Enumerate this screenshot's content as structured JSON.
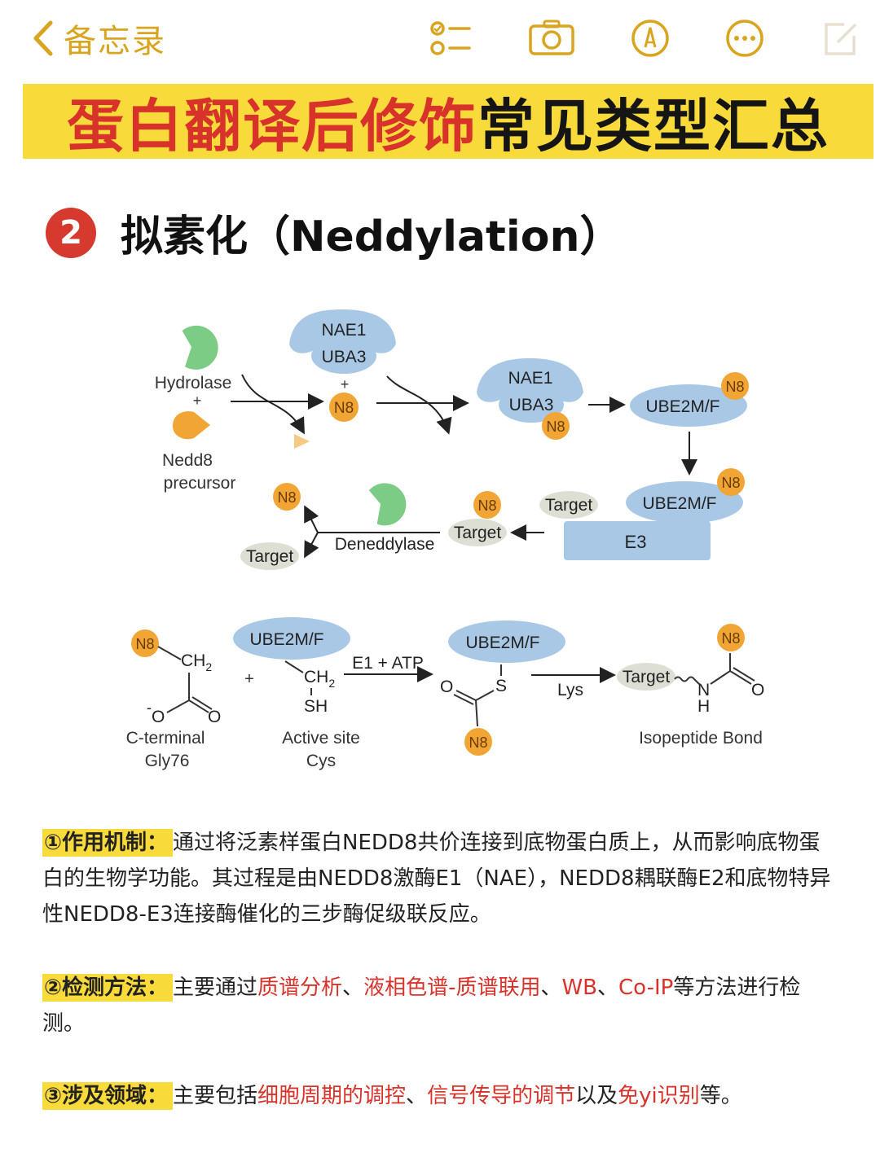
{
  "topbar": {
    "back_label": "备忘录",
    "tools": [
      "checklist-icon",
      "camera-icon",
      "markup-icon",
      "more-icon",
      "compose-icon"
    ],
    "accent": "#d9a520"
  },
  "banner": {
    "title_red": "蛋白翻译后修饰",
    "title_black": "常见类型汇总",
    "bg": "#f8da3b"
  },
  "section": {
    "number": "2",
    "title": "拟素化（Neddylation）"
  },
  "diagram": {
    "nae1": "NAE1",
    "uba3": "UBA3",
    "n8": "N8",
    "plus": "+",
    "hydrolase": "Hydrolase",
    "nedd8_l1": "Nedd8",
    "nedd8_l2": "precursor",
    "ube2m": "UBE2M/F",
    "target": "Target",
    "e3": "E3",
    "deneddylase": "Deneddylase",
    "ch2": "CH",
    "sub2": "2",
    "o_minus": "-",
    "o": "O",
    "sh": "SH",
    "s": "S",
    "nh_n": "N",
    "nh_h": "H",
    "e1atp": "E1 + ATP",
    "lys": "Lys",
    "cterm_l1": "C-terminal",
    "cterm_l2": "Gly76",
    "active_l1": "Active site",
    "active_l2": "Cys",
    "isopeptide": "Isopeptide Bond"
  },
  "paragraphs": {
    "p1": {
      "label": "①作用机制：",
      "text": "通过将泛素样蛋白NEDD8共价连接到底物蛋白质上，从而影响底物蛋白的生物学功能。其过程是由NEDD8激酶E1（NAE），NEDD8耦联酶E2和底物特异性NEDD8-E3连接酶催化的三步酶促级联反应。"
    },
    "p2": {
      "label": "②检测方法：",
      "t1": "主要通过",
      "r1": "质谱分析",
      "t2": "、",
      "r2": "液相色谱-质谱联用",
      "t3": "、",
      "r3": "WB",
      "t4": "、",
      "r4": "Co-IP",
      "t5": "等方法进行检测。"
    },
    "p3": {
      "label": "③涉及领域：",
      "t1": "主要包括",
      "r1": "细胞周期的调控",
      "t2": "、",
      "r2": "信号传导的调节",
      "t3": "以及",
      "r3": "免yi识别",
      "t4": "等。"
    }
  },
  "colors": {
    "blue": "#a9c8e6",
    "orange": "#f0a534",
    "green": "#7ccc85",
    "grey": "#dedfd4",
    "red": "#d8332b"
  }
}
